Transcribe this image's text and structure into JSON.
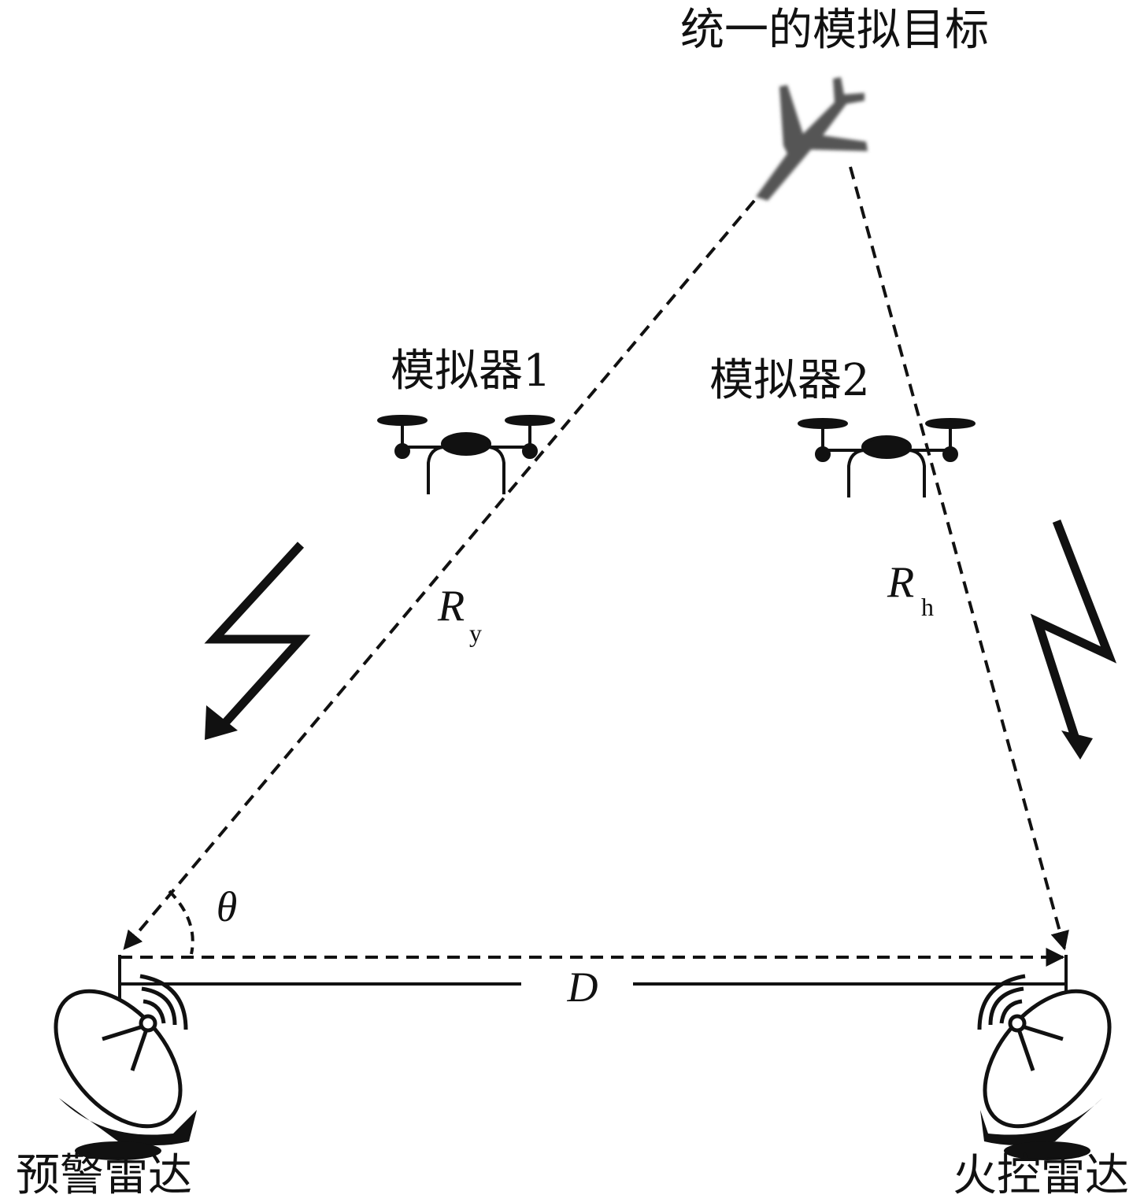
{
  "labels": {
    "target": "统一的模拟目标",
    "sim1": "模拟器1",
    "sim2": "模拟器2",
    "early_warning_radar": "预警雷达",
    "fire_control_radar": "火控雷达"
  },
  "symbols": {
    "range_y_main": "R",
    "range_y_sub": "y",
    "range_h_main": "R",
    "range_h_sub": "h",
    "angle": "θ",
    "distance": "D"
  },
  "icons": {
    "target": "airplane-icon",
    "simulators": "quadcopter-drone-icon",
    "radars": "radar-dish-icon",
    "signals": "lightning-arrow-icon"
  },
  "colors": {
    "ink": "#111111",
    "plane": "#555555",
    "background": "#ffffff"
  }
}
